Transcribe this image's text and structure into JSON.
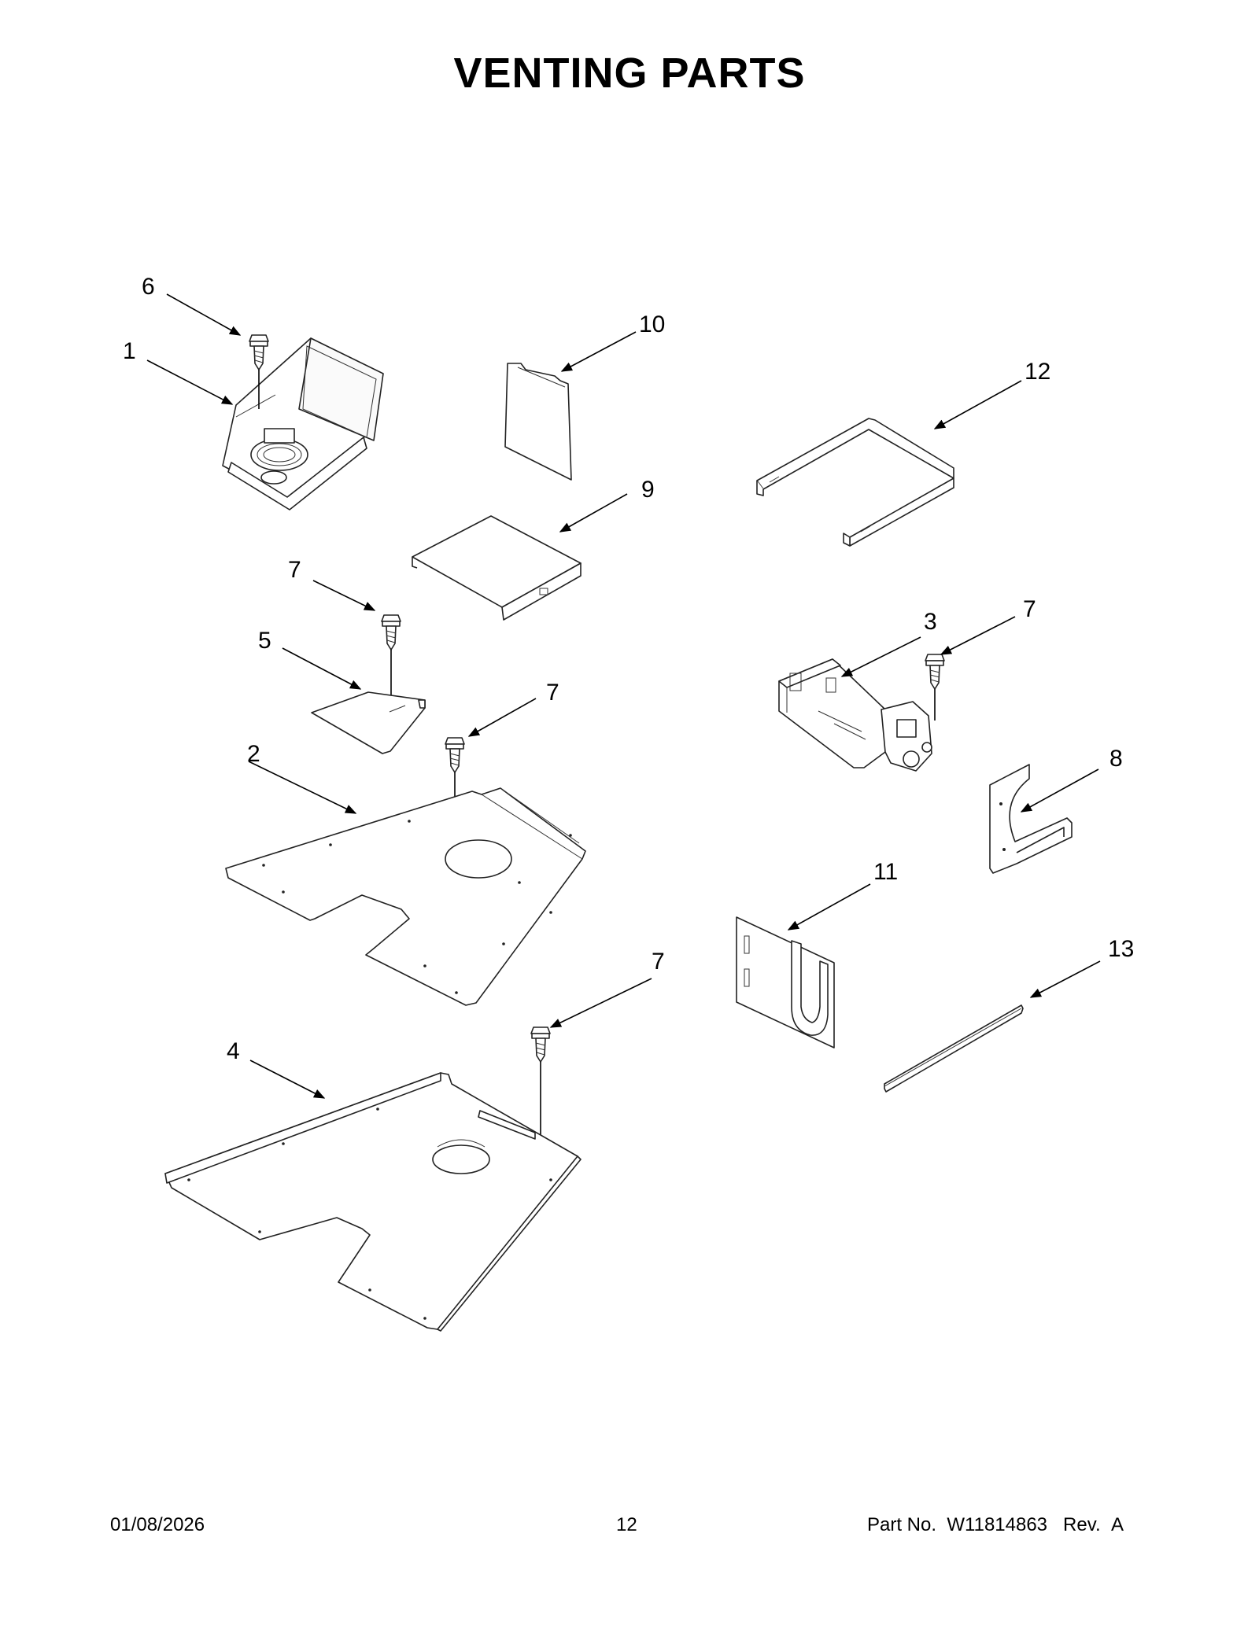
{
  "title": "VENTING PARTS",
  "callouts": {
    "c1": "1",
    "c2": "2",
    "c3": "3",
    "c4": "4",
    "c5": "5",
    "c6": "6",
    "c7": "7",
    "c8": "8",
    "c9": "9",
    "c10": "10",
    "c11": "11",
    "c12": "12",
    "c13": "13"
  },
  "footer": {
    "date": "01/08/2026",
    "page": "12",
    "part_label": "Part No.",
    "part_number": "W11814863",
    "rev_label": "Rev.",
    "rev": "A"
  }
}
